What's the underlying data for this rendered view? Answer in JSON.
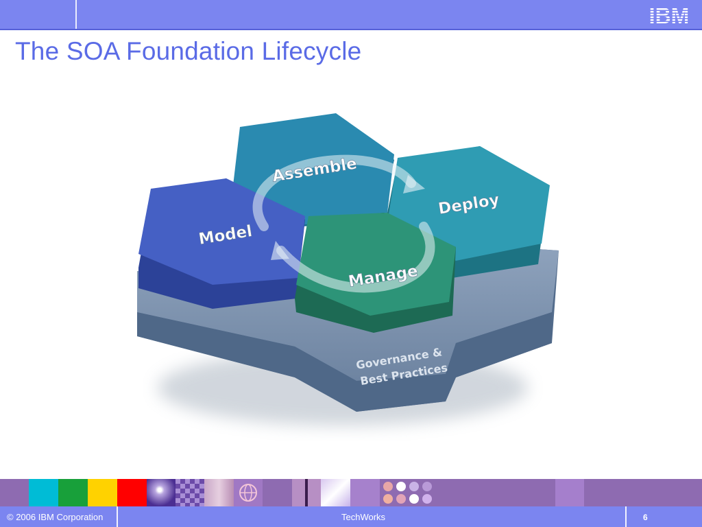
{
  "header": {
    "logo_text": "IBM"
  },
  "slide": {
    "title": "The SOA Foundation Lifecycle",
    "diagram": {
      "stages": [
        "Assemble",
        "Deploy",
        "Model",
        "Manage"
      ],
      "foundation_line1": "Governance &",
      "foundation_line2": "Best Practices"
    }
  },
  "footer": {
    "copyright": "© 2006 IBM Corporation",
    "event": "TechWorks",
    "page_number": "6"
  },
  "colors": {
    "header_bar": "#7b85f0",
    "title": "#5a6be6",
    "assemble": "#2a8ab0",
    "deploy": "#2f9cb3",
    "model": "#4560c4",
    "manage": "#2d9478",
    "base": "#6f86a3"
  }
}
